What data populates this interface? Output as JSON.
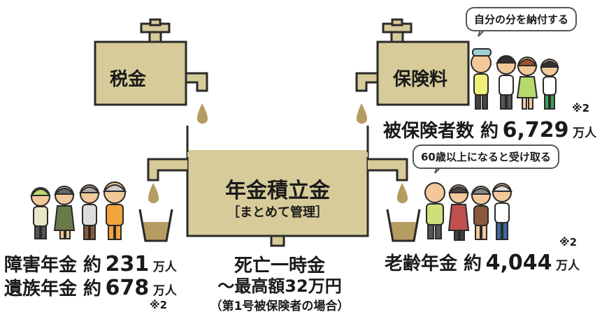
{
  "tanks": {
    "tax": "税金",
    "premium": "保険料",
    "reserve_title": "年金積立金",
    "reserve_sub": "［まとめて管理］"
  },
  "bubbles": {
    "pay_own": "自分の分を納付する",
    "receive_60": "60歳以上になると受け取る"
  },
  "insured": {
    "label": "被保険者数 約",
    "value": "6,729",
    "unit": "万人",
    "note": "※2"
  },
  "old_age": {
    "label": "老齢年金 約",
    "value": "4,044",
    "unit": "万人",
    "note": "※2"
  },
  "disability": {
    "label": "障害年金 約",
    "value": "231",
    "unit": "万人"
  },
  "survivor": {
    "label": "遺族年金 約",
    "value": "678",
    "unit": "万人",
    "note": "※2"
  },
  "lump_sum": {
    "line1": "死亡一時金",
    "line2": "～最高額32万円",
    "line3": "（第1号被保険者の場合）"
  },
  "colors": {
    "tank_fill": "#d7cb99",
    "liquid": "#b59c62",
    "outline": "#2a2a2a"
  }
}
